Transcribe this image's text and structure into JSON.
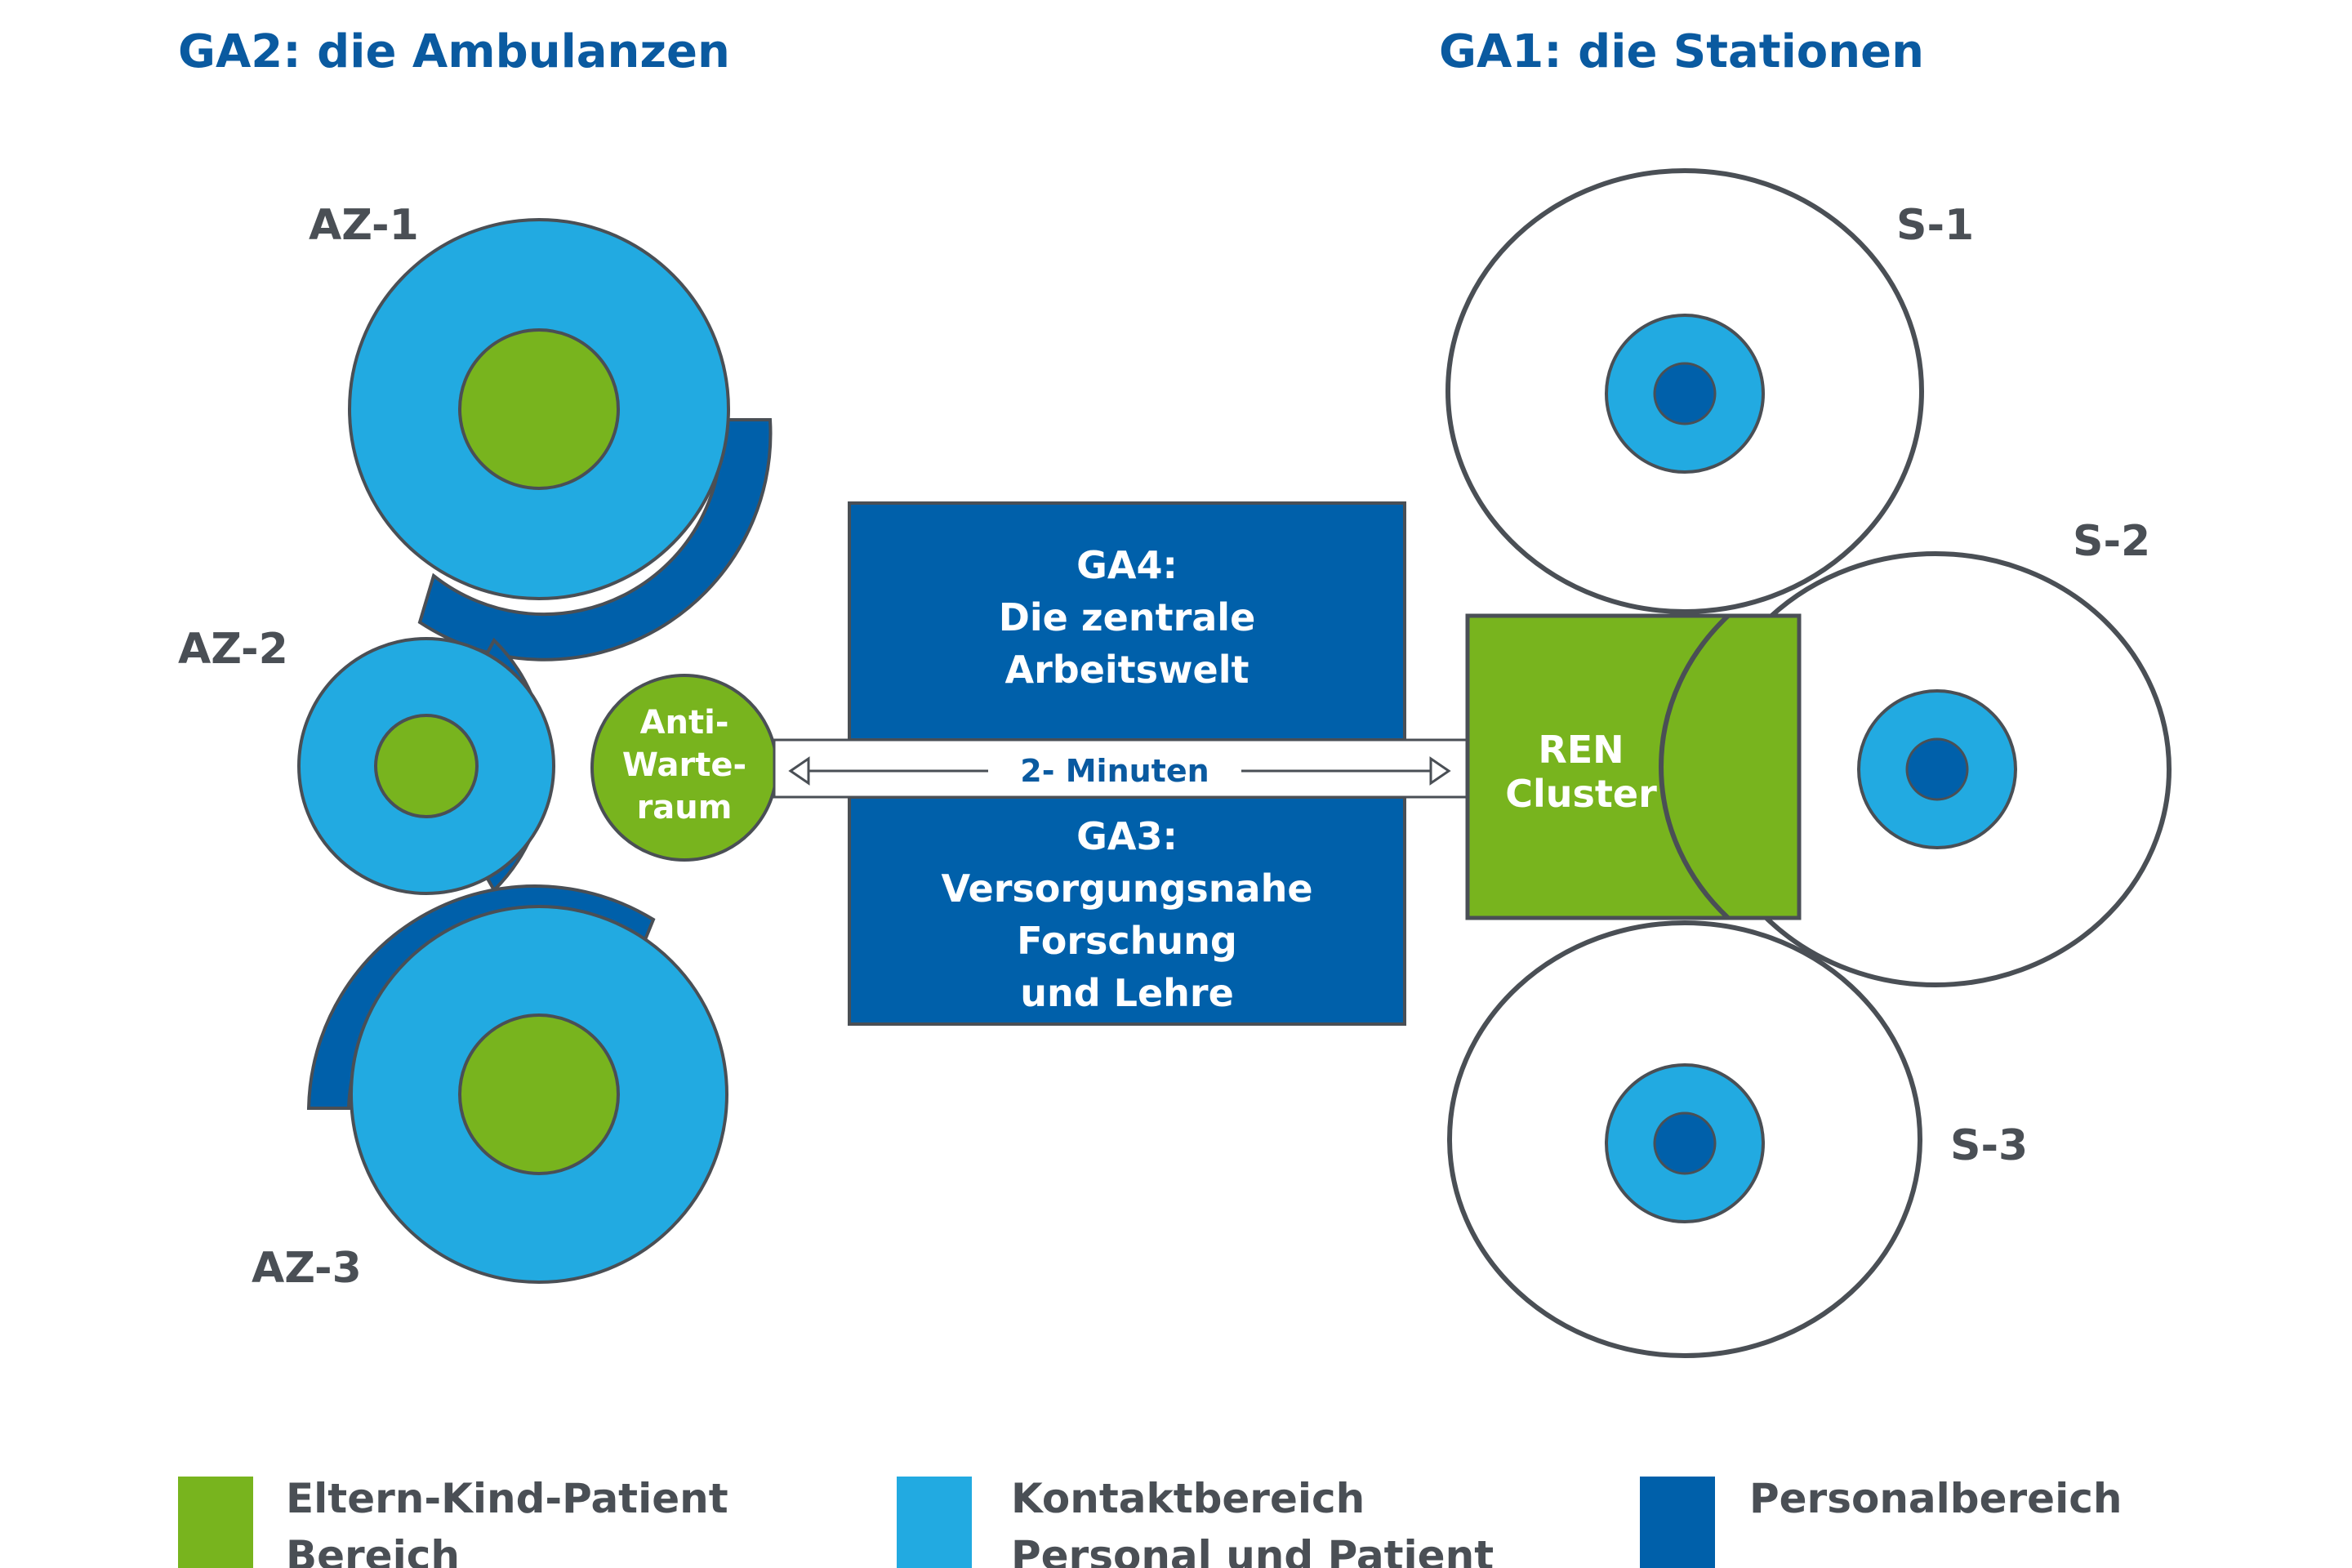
{
  "colors": {
    "green": "#78b41e",
    "light_blue": "#22aae1",
    "dark_blue": "#0060aa",
    "outline": "#4a4f55",
    "text_dark": "#4a4f55",
    "heading_blue": "#0a5aa0",
    "white": "#ffffff"
  },
  "headings": {
    "left": "GA2: die Ambulanzen",
    "right": "GA1: die Stationen"
  },
  "ambulances": {
    "az1": "AZ-1",
    "az2": "AZ-2",
    "az3": "AZ-3"
  },
  "anti_waiting_room": {
    "line1": "Anti-",
    "line2": "Warte-",
    "line3": "raum"
  },
  "central": {
    "ga4_line1": "GA4:",
    "ga4_line2": "Die zentrale",
    "ga4_line3": "Arbeitswelt",
    "arrow_label": "2- Minuten",
    "ga3_line1": "GA3:",
    "ga3_line2": "Versorgungsnahe",
    "ga3_line3": "Forschung",
    "ga3_line4": "und Lehre"
  },
  "ren_cluster": {
    "line1": "REN",
    "line2": "Cluster"
  },
  "stations": {
    "s1": "S-1",
    "s2": "S-2",
    "s3": "S-3"
  },
  "legend": [
    {
      "color": "green",
      "line1": "Eltern-Kind-Patient",
      "line2": "Bereich"
    },
    {
      "color": "light_blue",
      "line1": "Kontaktbereich",
      "line2": "Personal und Patient"
    },
    {
      "color": "dark_blue",
      "line1": "Personalbereich",
      "line2": ""
    }
  ]
}
